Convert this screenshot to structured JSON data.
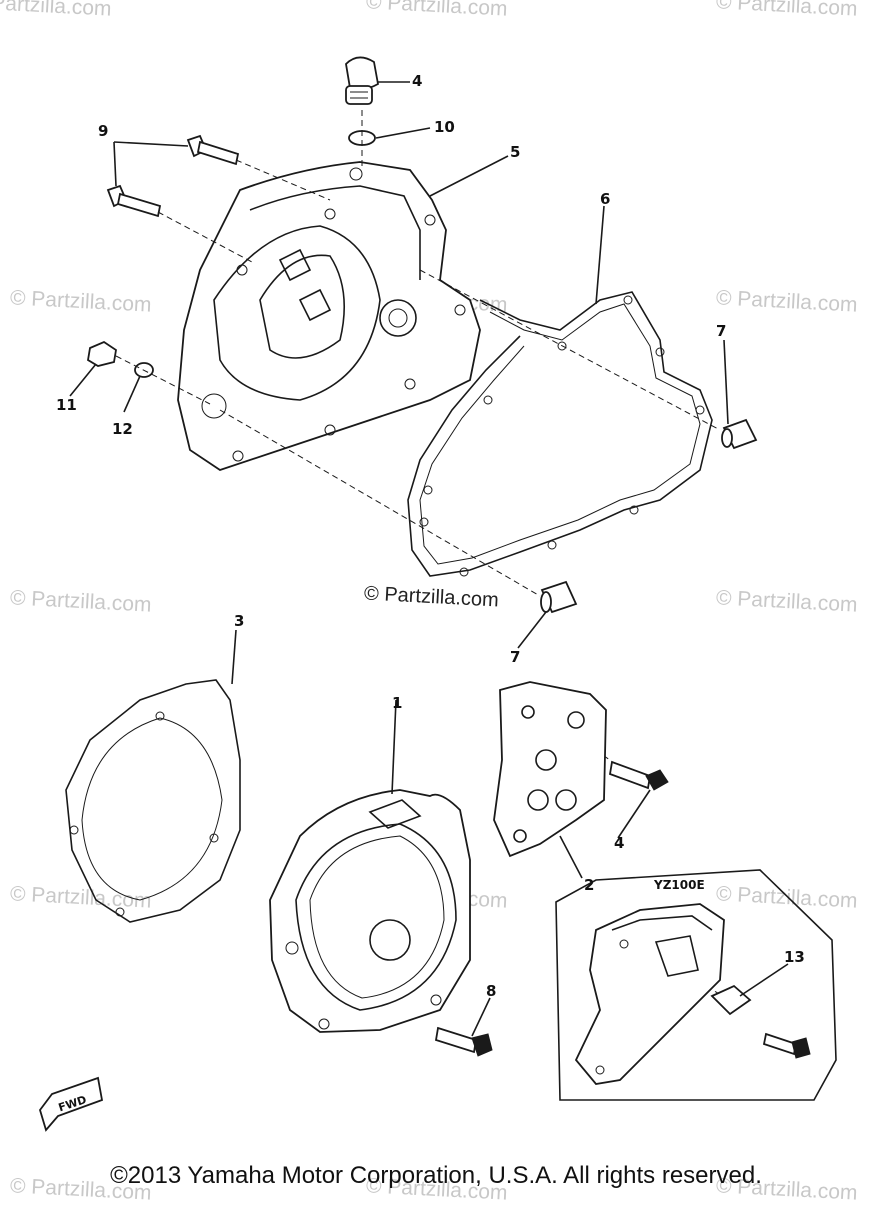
{
  "watermark_text": "© Partzilla.com",
  "center_watermark_text": "© Partzilla.com",
  "copyright": "©2013 Yamaha Motor Corporation, U.S.A. All rights reserved.",
  "variant_box_label": "YZ100E",
  "fwd_badge": "FWD",
  "callouts": [
    {
      "id": "1",
      "label": "1"
    },
    {
      "id": "2",
      "label": "2"
    },
    {
      "id": "3",
      "label": "3"
    },
    {
      "id": "4a",
      "label": "4"
    },
    {
      "id": "4b",
      "label": "4"
    },
    {
      "id": "5",
      "label": "5"
    },
    {
      "id": "6",
      "label": "6"
    },
    {
      "id": "7a",
      "label": "7"
    },
    {
      "id": "7b",
      "label": "7"
    },
    {
      "id": "8",
      "label": "8"
    },
    {
      "id": "9",
      "label": "9"
    },
    {
      "id": "10",
      "label": "10"
    },
    {
      "id": "11",
      "label": "11"
    },
    {
      "id": "12",
      "label": "12"
    },
    {
      "id": "13",
      "label": "13"
    }
  ]
}
